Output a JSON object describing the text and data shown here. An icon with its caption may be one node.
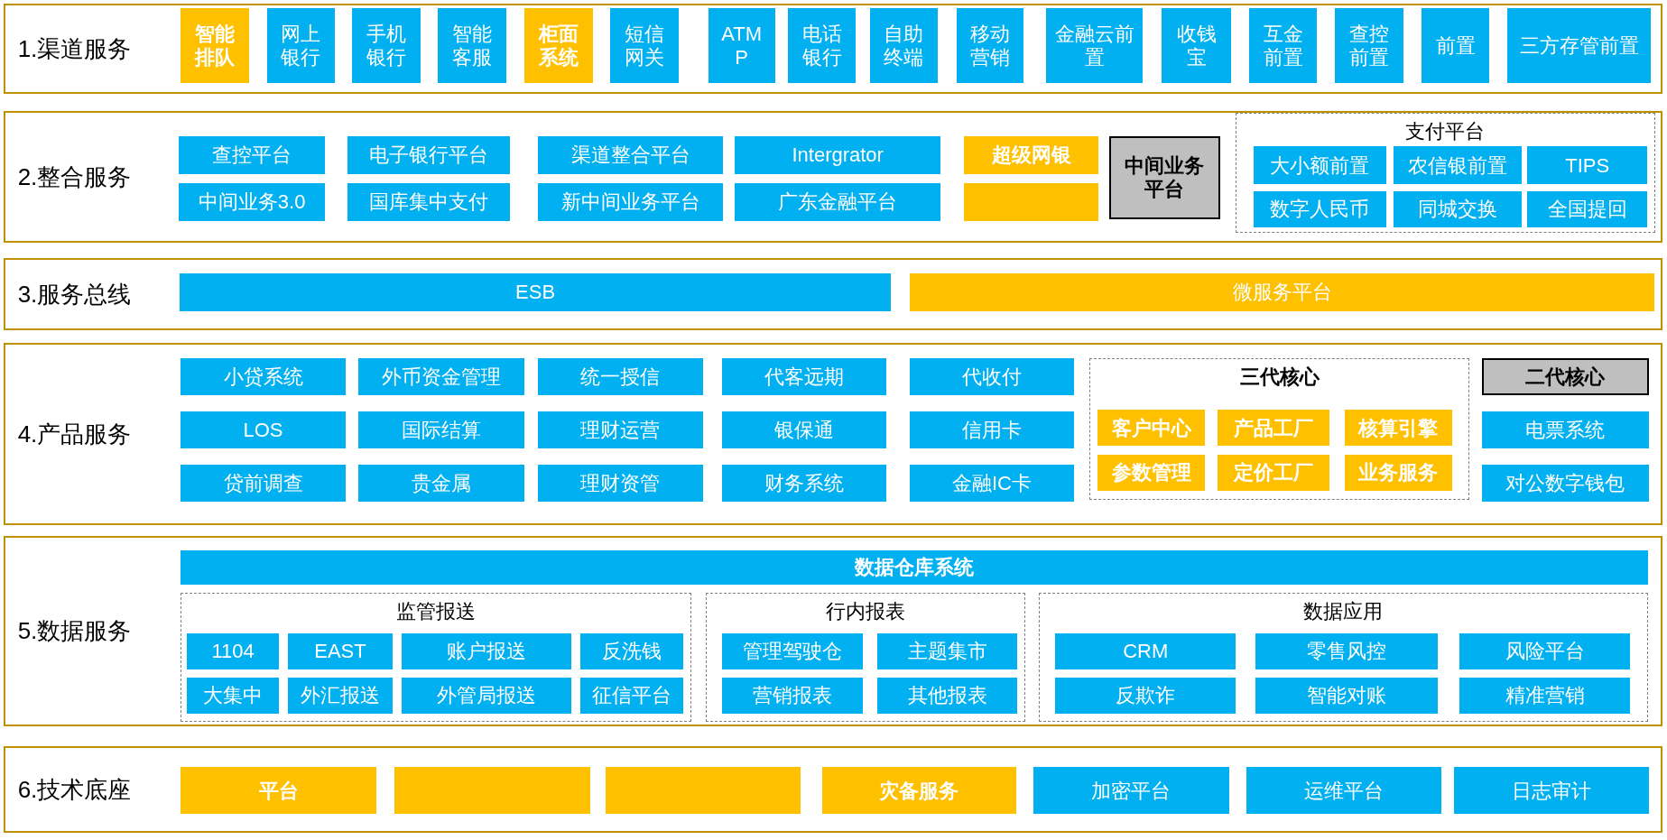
{
  "diagram": {
    "nodes": [
      {
        "text": [
          "1.渠道服务"
        ]
      },
      {
        "text": [
          "智能排队"
        ],
        "in": 0
      },
      {
        "text": [
          "网上银行"
        ],
        "in": 0
      },
      {
        "text": [
          "手机银行"
        ],
        "in": 0
      },
      {
        "text": [
          "智能客服"
        ],
        "in": 0
      },
      {
        "text": [
          "柜面系统"
        ],
        "in": 0
      },
      {
        "text": [
          "短信网关"
        ],
        "in": 0
      },
      {
        "text": [
          "ATMP"
        ],
        "in": 0
      },
      {
        "text": [
          "电话银行"
        ],
        "in": 0
      },
      {
        "text": [
          "自助终端"
        ],
        "in": 0
      },
      {
        "text": [
          "移动营销"
        ],
        "in": 0
      },
      {
        "text": [
          "金融云前置"
        ],
        "in": 0
      },
      {
        "text": [
          "收钱宝"
        ],
        "in": 0
      },
      {
        "text": [
          "互金前置"
        ],
        "in": 0
      },
      {
        "text": [
          "查控前置"
        ],
        "in": 0
      },
      {
        "text": [
          "前置"
        ],
        "in": 0
      },
      {
        "text": [
          "三方存管前置"
        ],
        "in": 0
      },
      {
        "text": [
          "2.整合服务"
        ]
      },
      {
        "text": [
          "查控平台"
        ],
        "in": 17
      },
      {
        "text": [
          "电子银行平台"
        ],
        "in": 17
      },
      {
        "text": [
          "渠道整合平台"
        ],
        "in": 17
      },
      {
        "text": [
          "Intergrator"
        ],
        "in": 17
      },
      {
        "text": [
          "超级网银"
        ],
        "in": 17
      },
      {
        "text": [
          "中间业务3.0"
        ],
        "in": 17
      },
      {
        "text": [
          "国库集中支付"
        ],
        "in": 17
      },
      {
        "text": [
          "新中间业务平台"
        ],
        "in": 17
      },
      {
        "text": [
          "广东金融平台"
        ],
        "in": 17
      },
      {
        "text": [],
        "shape": "box",
        "in": 17
      },
      {
        "text": [
          "中间业务平台"
        ],
        "in": 17
      },
      {
        "text": [
          "支付平台"
        ],
        "in": 17
      },
      {
        "text": [
          "大小额前置"
        ],
        "in": 29
      },
      {
        "text": [
          "农信银前置"
        ],
        "in": 29
      },
      {
        "text": [
          "TIPS"
        ],
        "in": 29
      },
      {
        "text": [
          "数字人民币"
        ],
        "in": 29
      },
      {
        "text": [
          "同城交换"
        ],
        "in": 29
      },
      {
        "text": [
          "全国提回"
        ],
        "in": 29
      },
      {
        "text": [
          "3.服务总线"
        ]
      },
      {
        "text": [
          "ESB"
        ],
        "in": 36
      },
      {
        "text": [
          "微服务平台"
        ],
        "in": 36
      },
      {
        "text": [
          "4.产品服务"
        ]
      },
      {
        "text": [
          "小贷系统"
        ],
        "in": 39
      },
      {
        "text": [
          "外币资金管理"
        ],
        "in": 39
      },
      {
        "text": [
          "统一授信"
        ],
        "in": 39
      },
      {
        "text": [
          "代客远期"
        ],
        "in": 39
      },
      {
        "text": [
          "代收付"
        ],
        "in": 39
      },
      {
        "text": [
          "LOS"
        ],
        "in": 39
      },
      {
        "text": [
          "国际结算"
        ],
        "in": 39
      },
      {
        "text": [
          "理财运营"
        ],
        "in": 39
      },
      {
        "text": [
          "银保通"
        ],
        "in": 39
      },
      {
        "text": [
          "信用卡"
        ],
        "in": 39
      },
      {
        "text": [
          "贷前调查"
        ],
        "in": 39
      },
      {
        "text": [
          "贵金属"
        ],
        "in": 39
      },
      {
        "text": [
          "理财资管"
        ],
        "in": 39
      },
      {
        "text": [
          "财务系统"
        ],
        "in": 39
      },
      {
        "text": [
          "金融IC卡"
        ],
        "in": 39
      },
      {
        "text": [
          "三代核心"
        ],
        "in": 39
      },
      {
        "text": [
          "客户中心"
        ],
        "in": 55
      },
      {
        "text": [
          "产品工厂"
        ],
        "in": 55
      },
      {
        "text": [
          "核算引擎"
        ],
        "in": 55
      },
      {
        "text": [
          "参数管理"
        ],
        "in": 55
      },
      {
        "text": [
          "定价工厂"
        ],
        "in": 55
      },
      {
        "text": [
          "业务服务"
        ],
        "in": 55
      },
      {
        "text": [
          "二代核心"
        ],
        "in": 39
      },
      {
        "text": [
          "电票系统"
        ],
        "in": 39
      },
      {
        "text": [
          "对公数字钱包"
        ],
        "in": 39
      },
      {
        "text": [
          "5.数据服务"
        ]
      },
      {
        "text": [
          "数据仓库系统"
        ],
        "in": 65
      },
      {
        "text": [
          "监管报送"
        ],
        "in": 65
      },
      {
        "text": [
          "1104"
        ],
        "in": 67
      },
      {
        "text": [
          "EAST"
        ],
        "in": 67
      },
      {
        "text": [
          "账户报送"
        ],
        "in": 67
      },
      {
        "text": [
          "反洗钱"
        ],
        "in": 67
      },
      {
        "text": [
          "大集中"
        ],
        "in": 67
      },
      {
        "text": [
          "外汇报送"
        ],
        "in": 67
      },
      {
        "text": [
          "外管局报送"
        ],
        "in": 67
      },
      {
        "text": [
          "征信平台"
        ],
        "in": 67
      },
      {
        "text": [
          "行内报表"
        ],
        "in": 65
      },
      {
        "text": [
          "管理驾驶仓"
        ],
        "in": 76
      },
      {
        "text": [
          "主题集市"
        ],
        "in": 76
      },
      {
        "text": [
          "营销报表"
        ],
        "in": 76
      },
      {
        "text": [
          "其他报表"
        ],
        "in": 76
      },
      {
        "text": [
          "数据应用"
        ],
        "in": 65
      },
      {
        "text": [
          "CRM"
        ],
        "in": 81
      },
      {
        "text": [
          "零售风控"
        ],
        "in": 81
      },
      {
        "text": [
          "风险平台"
        ],
        "in": 81
      },
      {
        "text": [
          "反欺诈"
        ],
        "in": 81
      },
      {
        "text": [
          "智能对账"
        ],
        "in": 81
      },
      {
        "text": [
          "精准营销"
        ],
        "in": 81
      },
      {
        "text": [
          "6.技术底座"
        ]
      },
      {
        "text": [
          "平台"
        ],
        "in": 88
      },
      {
        "text": [],
        "shape": "box",
        "in": 88
      },
      {
        "text": [],
        "shape": "box",
        "in": 88
      },
      {
        "text": [
          "灾备服务"
        ],
        "in": 88
      },
      {
        "text": [
          "加密平台"
        ],
        "in": 88
      },
      {
        "text": [
          "运维平台"
        ],
        "in": 88
      },
      {
        "text": [
          "日志审计"
        ],
        "in": 88
      }
    ]
  }
}
